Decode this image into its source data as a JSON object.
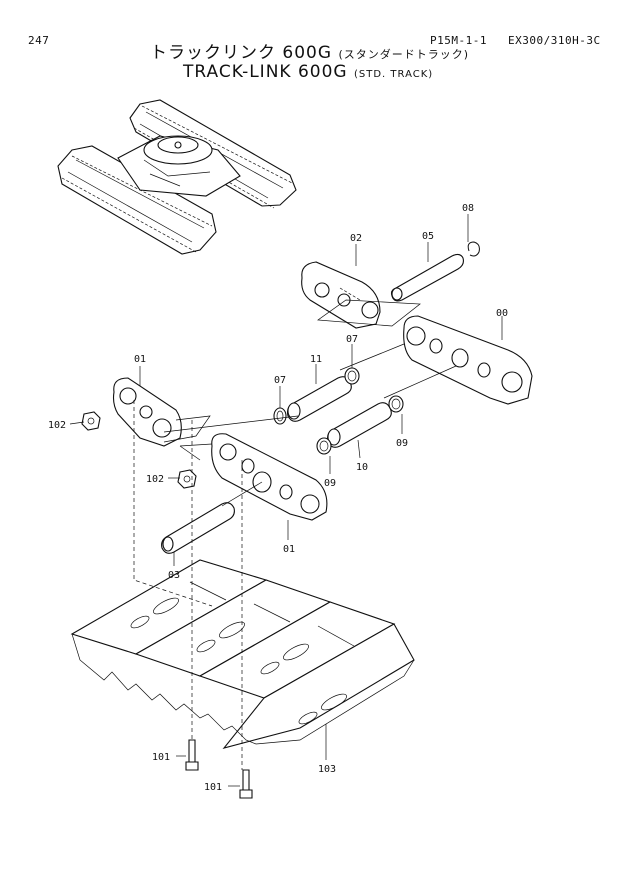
{
  "header": {
    "page_number": "247",
    "page_code": "P15M-1-1",
    "model": "EX300/310H-3C"
  },
  "title": {
    "jp_main": "トラックリンク 600G",
    "jp_sub": "(スタンダードトラック)",
    "en_main": "TRACK-LINK 600G",
    "en_sub": "(STD. TRACK)"
  },
  "callouts": {
    "c00": "00",
    "c01a": "01",
    "c01b": "01",
    "c02": "02",
    "c03": "03",
    "c05": "05",
    "c07a": "07",
    "c07b": "07",
    "c08": "08",
    "c09a": "09",
    "c09b": "09",
    "c10": "10",
    "c11": "11",
    "c101a": "101",
    "c101b": "101",
    "c102a": "102",
    "c102b": "102",
    "c103": "103"
  }
}
